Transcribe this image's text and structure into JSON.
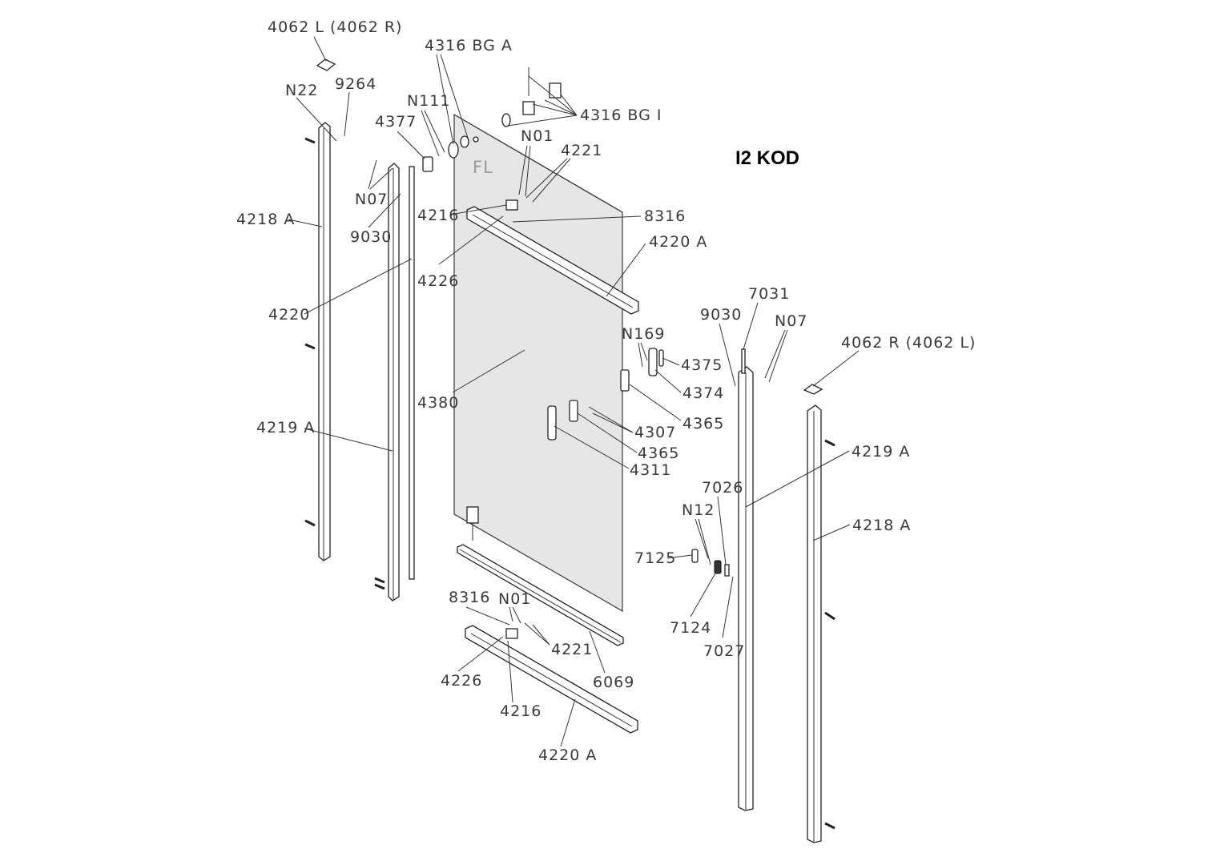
{
  "diagram": {
    "code_title": "I2 KOD",
    "glass_marking": "FL",
    "labels": [
      "4062 L (4062 R)",
      "4316 BG A",
      "N22",
      "9264",
      "N111",
      "4377",
      "4316 BG I",
      "N01",
      "4221",
      "N07",
      "4216",
      "8316",
      "4218 A",
      "9030",
      "4220 A",
      "4226",
      "4220",
      "7031",
      "9030",
      "N07",
      "N169",
      "4062 R (4062 L)",
      "4375",
      "4374",
      "4380",
      "4365",
      "4219 A",
      "4307",
      "4365",
      "4219 A",
      "4311",
      "7026",
      "N12",
      "4218 A",
      "7125",
      "8316",
      "N01",
      "7124",
      "4221",
      "7027",
      "4226",
      "6069",
      "4216",
      "4220 A"
    ]
  }
}
